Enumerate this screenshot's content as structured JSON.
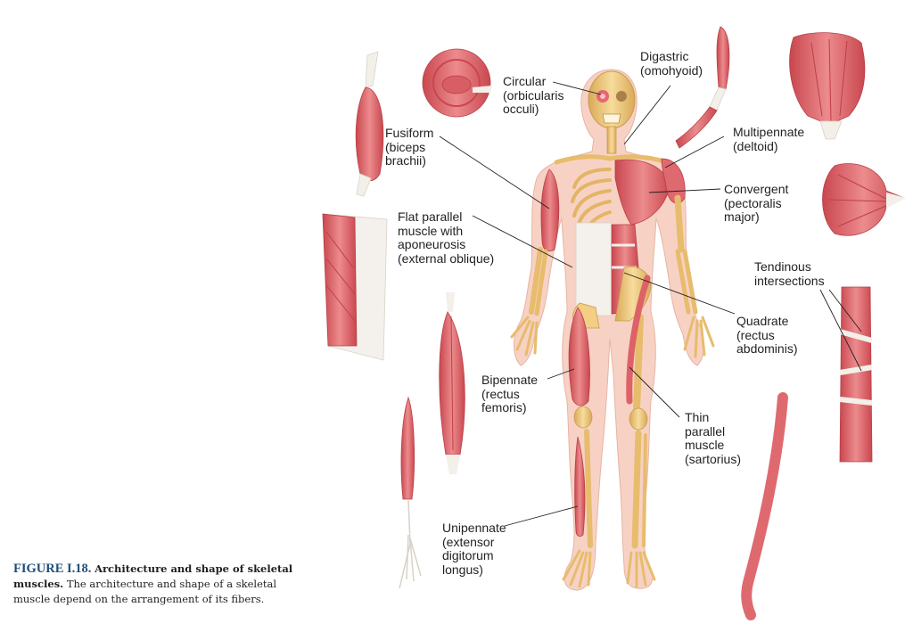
{
  "labels": {
    "circular": [
      "Circular",
      "(orbicularis",
      "occuli)"
    ],
    "digastric": [
      "Digastric",
      "(omohyoid)"
    ],
    "fusiform": [
      "Fusiform",
      "(biceps",
      "brachii)"
    ],
    "multipennate": [
      "Multipennate",
      "(deltoid)"
    ],
    "convergent": [
      "Convergent",
      "(pectoralis",
      "major)"
    ],
    "flat_parallel": [
      "Flat parallel",
      "muscle with",
      "aponeurosis",
      "(external oblique)"
    ],
    "tendinous": [
      "Tendinous",
      "intersections"
    ],
    "quadrate": [
      "Quadrate",
      "(rectus",
      "abdominis)"
    ],
    "bipennate": [
      "Bipennate",
      "(rectus",
      "femoris)"
    ],
    "thin_parallel": [
      "Thin",
      "parallel",
      "muscle",
      "(sartorius)"
    ],
    "unipennate": [
      "Unipennate",
      "(extensor",
      "digitorum",
      "longus)"
    ]
  },
  "caption": {
    "number": "FIGURE I.18.",
    "title": "Architecture and shape of skeletal muscles.",
    "text": "The architecture and shape of a skeletal muscle depend on the arrangement of its fibers."
  },
  "colors": {
    "muscle": "#e2767a",
    "muscle_dark": "#c9474f",
    "tendon": "#f3f0ea",
    "skin": "#f7d2c4",
    "bone": "#f2cf85",
    "bone_dark": "#d9a958",
    "leader": "#231f20",
    "caption_accent": "#1f4e7a"
  }
}
